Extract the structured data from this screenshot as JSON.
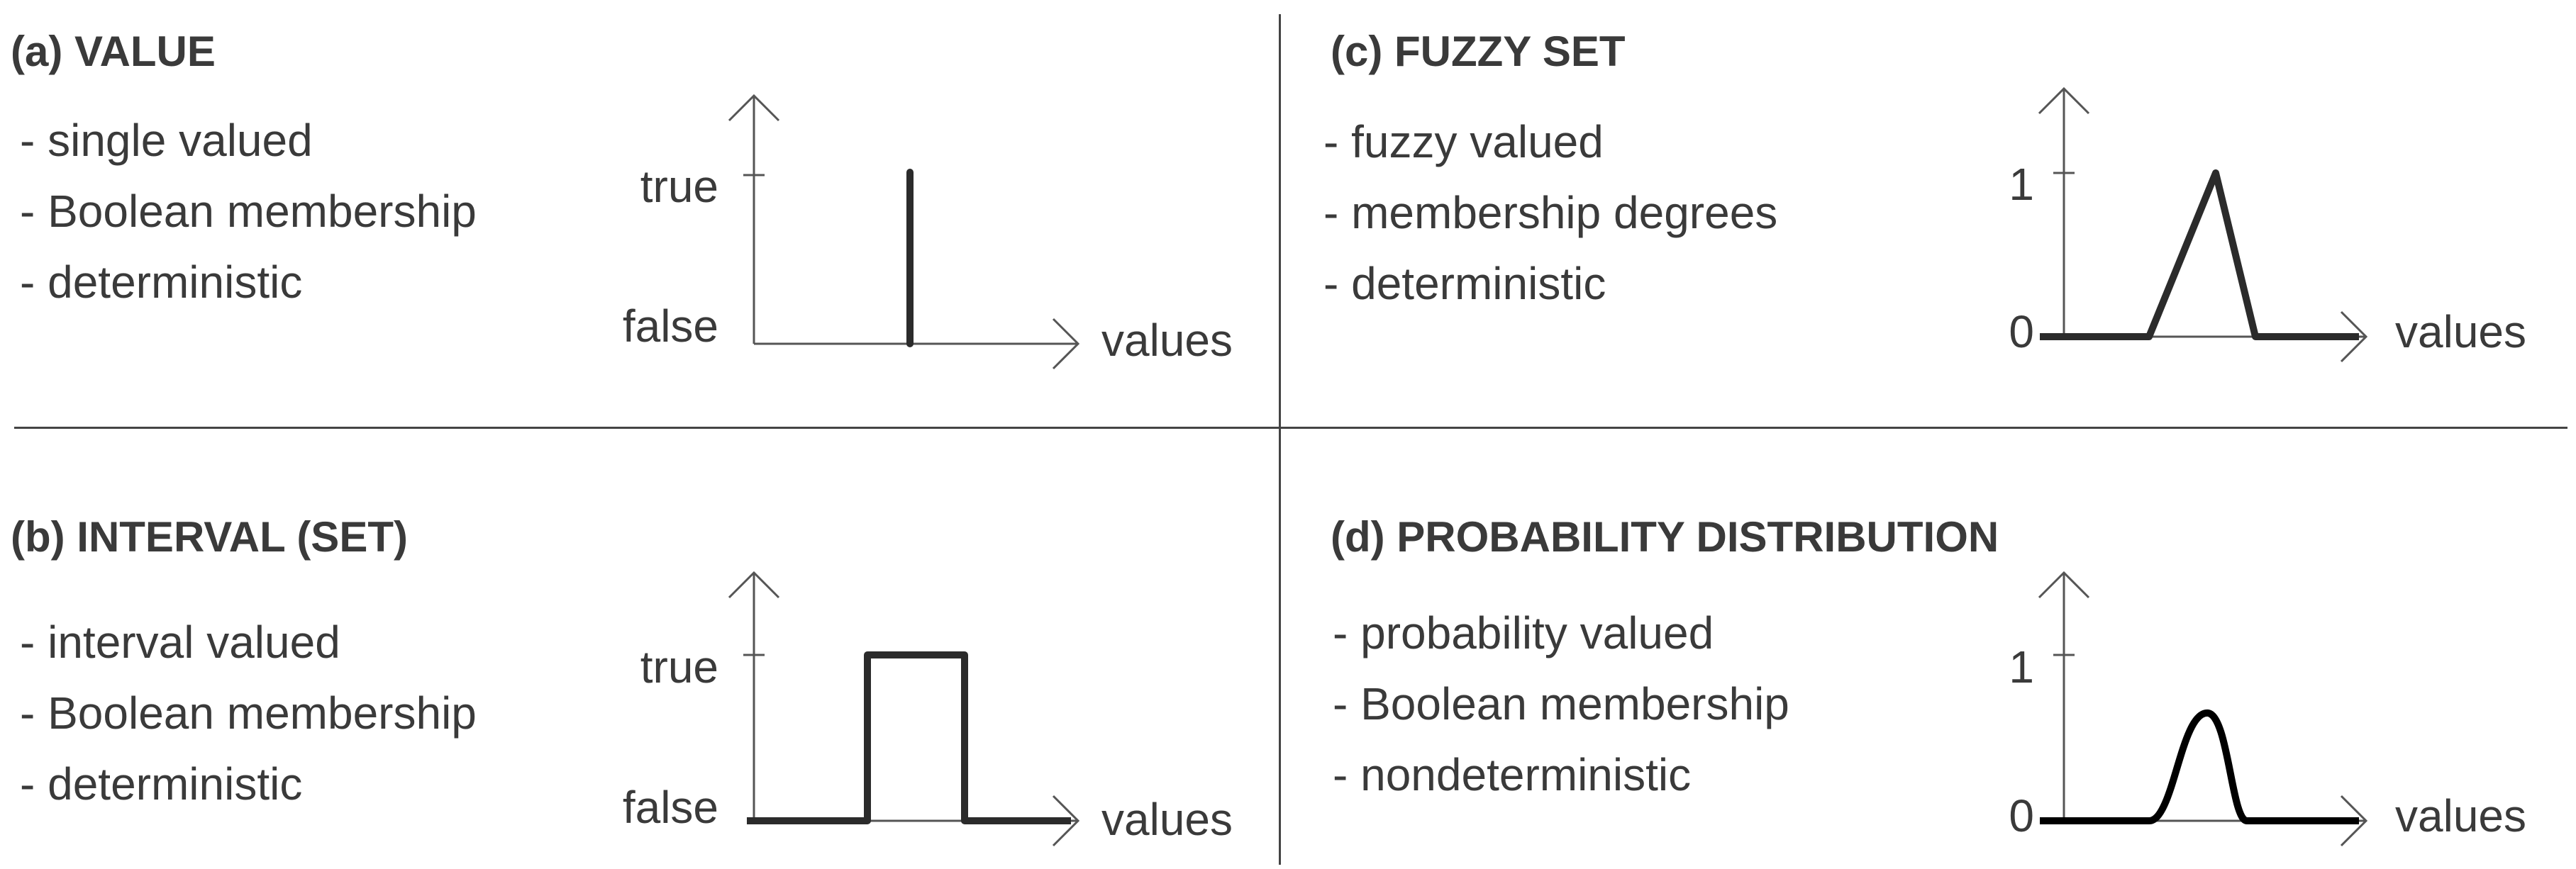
{
  "panels": {
    "a": {
      "title": "(a) VALUE",
      "bullets": [
        "- single valued",
        "- Boolean membership",
        "- deterministic"
      ],
      "y_top_label": "true",
      "y_bottom_label": "false",
      "x_label": "values",
      "curve": "spike"
    },
    "b": {
      "title": "(b) INTERVAL (SET)",
      "bullets": [
        "- interval valued",
        "- Boolean membership",
        "- deterministic"
      ],
      "y_top_label": "true",
      "y_bottom_label": "false",
      "x_label": "values",
      "curve": "rectangle"
    },
    "c": {
      "title": "(c) FUZZY SET",
      "bullets": [
        "- fuzzy valued",
        "- membership degrees",
        "- deterministic"
      ],
      "y_top_label": "1",
      "y_bottom_label": "0",
      "x_label": "values",
      "curve": "triangle"
    },
    "d": {
      "title": "(d) PROBABILITY DISTRIBUTION",
      "bullets": [
        "- probability valued",
        "- Boolean membership",
        "- nondeterministic"
      ],
      "y_top_label": "1",
      "y_bottom_label": "0",
      "x_label": "values",
      "curve": "bell",
      "peak_level": 0.65
    }
  },
  "colors": {
    "ink": "#3a3a3a",
    "curve": "#2b2b2b",
    "axis": "#555555",
    "divider": "#444444"
  }
}
